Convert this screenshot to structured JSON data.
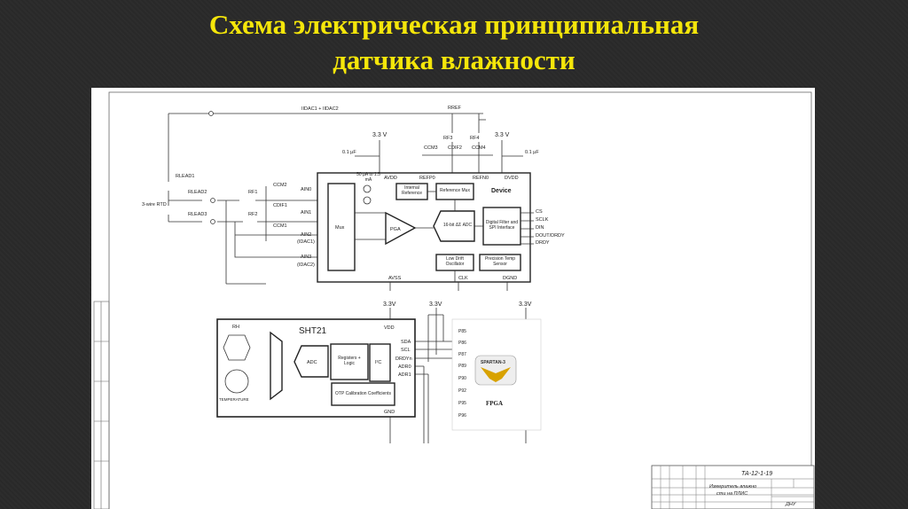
{
  "slide": {
    "title_line1": "Схема электрическая принципиальная",
    "title_line2": "датчика влажности"
  },
  "adc_circuit": {
    "current_label": "IIDAC1 + IIDAC2",
    "rref": "RREF",
    "rlead1": "RLEAD1",
    "rlead2": "RLEAD2",
    "rlead3": "RLEAD3",
    "rtd": "3-wire RTD",
    "rf1": "RF1",
    "rf2": "RF2",
    "rf3": "RF3",
    "rf4": "RF4",
    "ccm1": "CCM1",
    "ccm2": "CCM2",
    "cdif1": "CDIF1",
    "ccm3": "CCM3",
    "cdif2": "CDIF2",
    "ccm4": "CCM4",
    "supply1": "3.3 V",
    "supply2": "3.3 V",
    "cap1": "0.1 µF",
    "cap2": "0.1 µF",
    "pins_left": [
      "AIN0",
      "AIN1",
      "AIN2",
      "(IDAC1)",
      "AIN3",
      "(IDAC2)"
    ],
    "pins_top": [
      "AVDD",
      "REFP0",
      "REFN0",
      "DVDD"
    ],
    "pins_bottom": [
      "AVSS",
      "CLK",
      "DGND"
    ],
    "pins_right": [
      "CS",
      "SCLK",
      "DIN",
      "DOUT/DRDY",
      "DRDY"
    ],
    "idac_range": "50 µA to 1.5 mA",
    "device": "Device",
    "mux": "Mux",
    "pga": "PGA",
    "adc": "16-bit ΔΣ ADC",
    "internal_ref": "Internal Reference",
    "ref_mux": "Reference Mux",
    "digital_filter": "Digital Filter and SPI Interface",
    "oscillator": "Low Drift Oscillator",
    "temp_sensor": "Precision Temp Sensor"
  },
  "sht21_circuit": {
    "chip": "SHT21",
    "rh": "RH",
    "temperature": "TEMPERATURE",
    "adc": "ADC",
    "registers": "Registers + Logic",
    "i2c": "I²C",
    "otp": "OTP Calibration Coefficients",
    "vdd": "VDD",
    "gnd": "GND",
    "pins": [
      "SDA",
      "SCL",
      "DRDYn",
      "ADR0",
      "ADR1"
    ],
    "supplies": [
      "3.3V",
      "3.3V",
      "3.3V"
    ],
    "fpga_pins": [
      "P85",
      "P86",
      "P87",
      "P89",
      "P90",
      "P92",
      "P95",
      "P96"
    ],
    "fpga_logo": "SPARTAN-3",
    "fpga": "FPGA"
  },
  "title_block": {
    "code": "ТА-12-1-19",
    "name_line1": "Измеритель влажно",
    "name_line2": "сти на ПЛИС",
    "org": "ДНУ"
  }
}
